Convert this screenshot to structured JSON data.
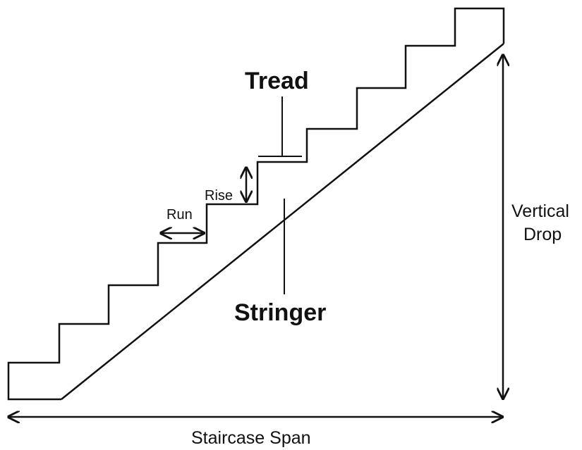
{
  "diagram": {
    "labels": {
      "tread": "Tread",
      "rise": "Rise",
      "run": "Run",
      "stringer": "Stringer",
      "vertical_drop_line1": "Vertical",
      "vertical_drop_line2": "Drop",
      "staircase_span": "Staircase Span"
    },
    "steps_count": 10,
    "line_color": "#111111",
    "background_color": "#ffffff"
  }
}
